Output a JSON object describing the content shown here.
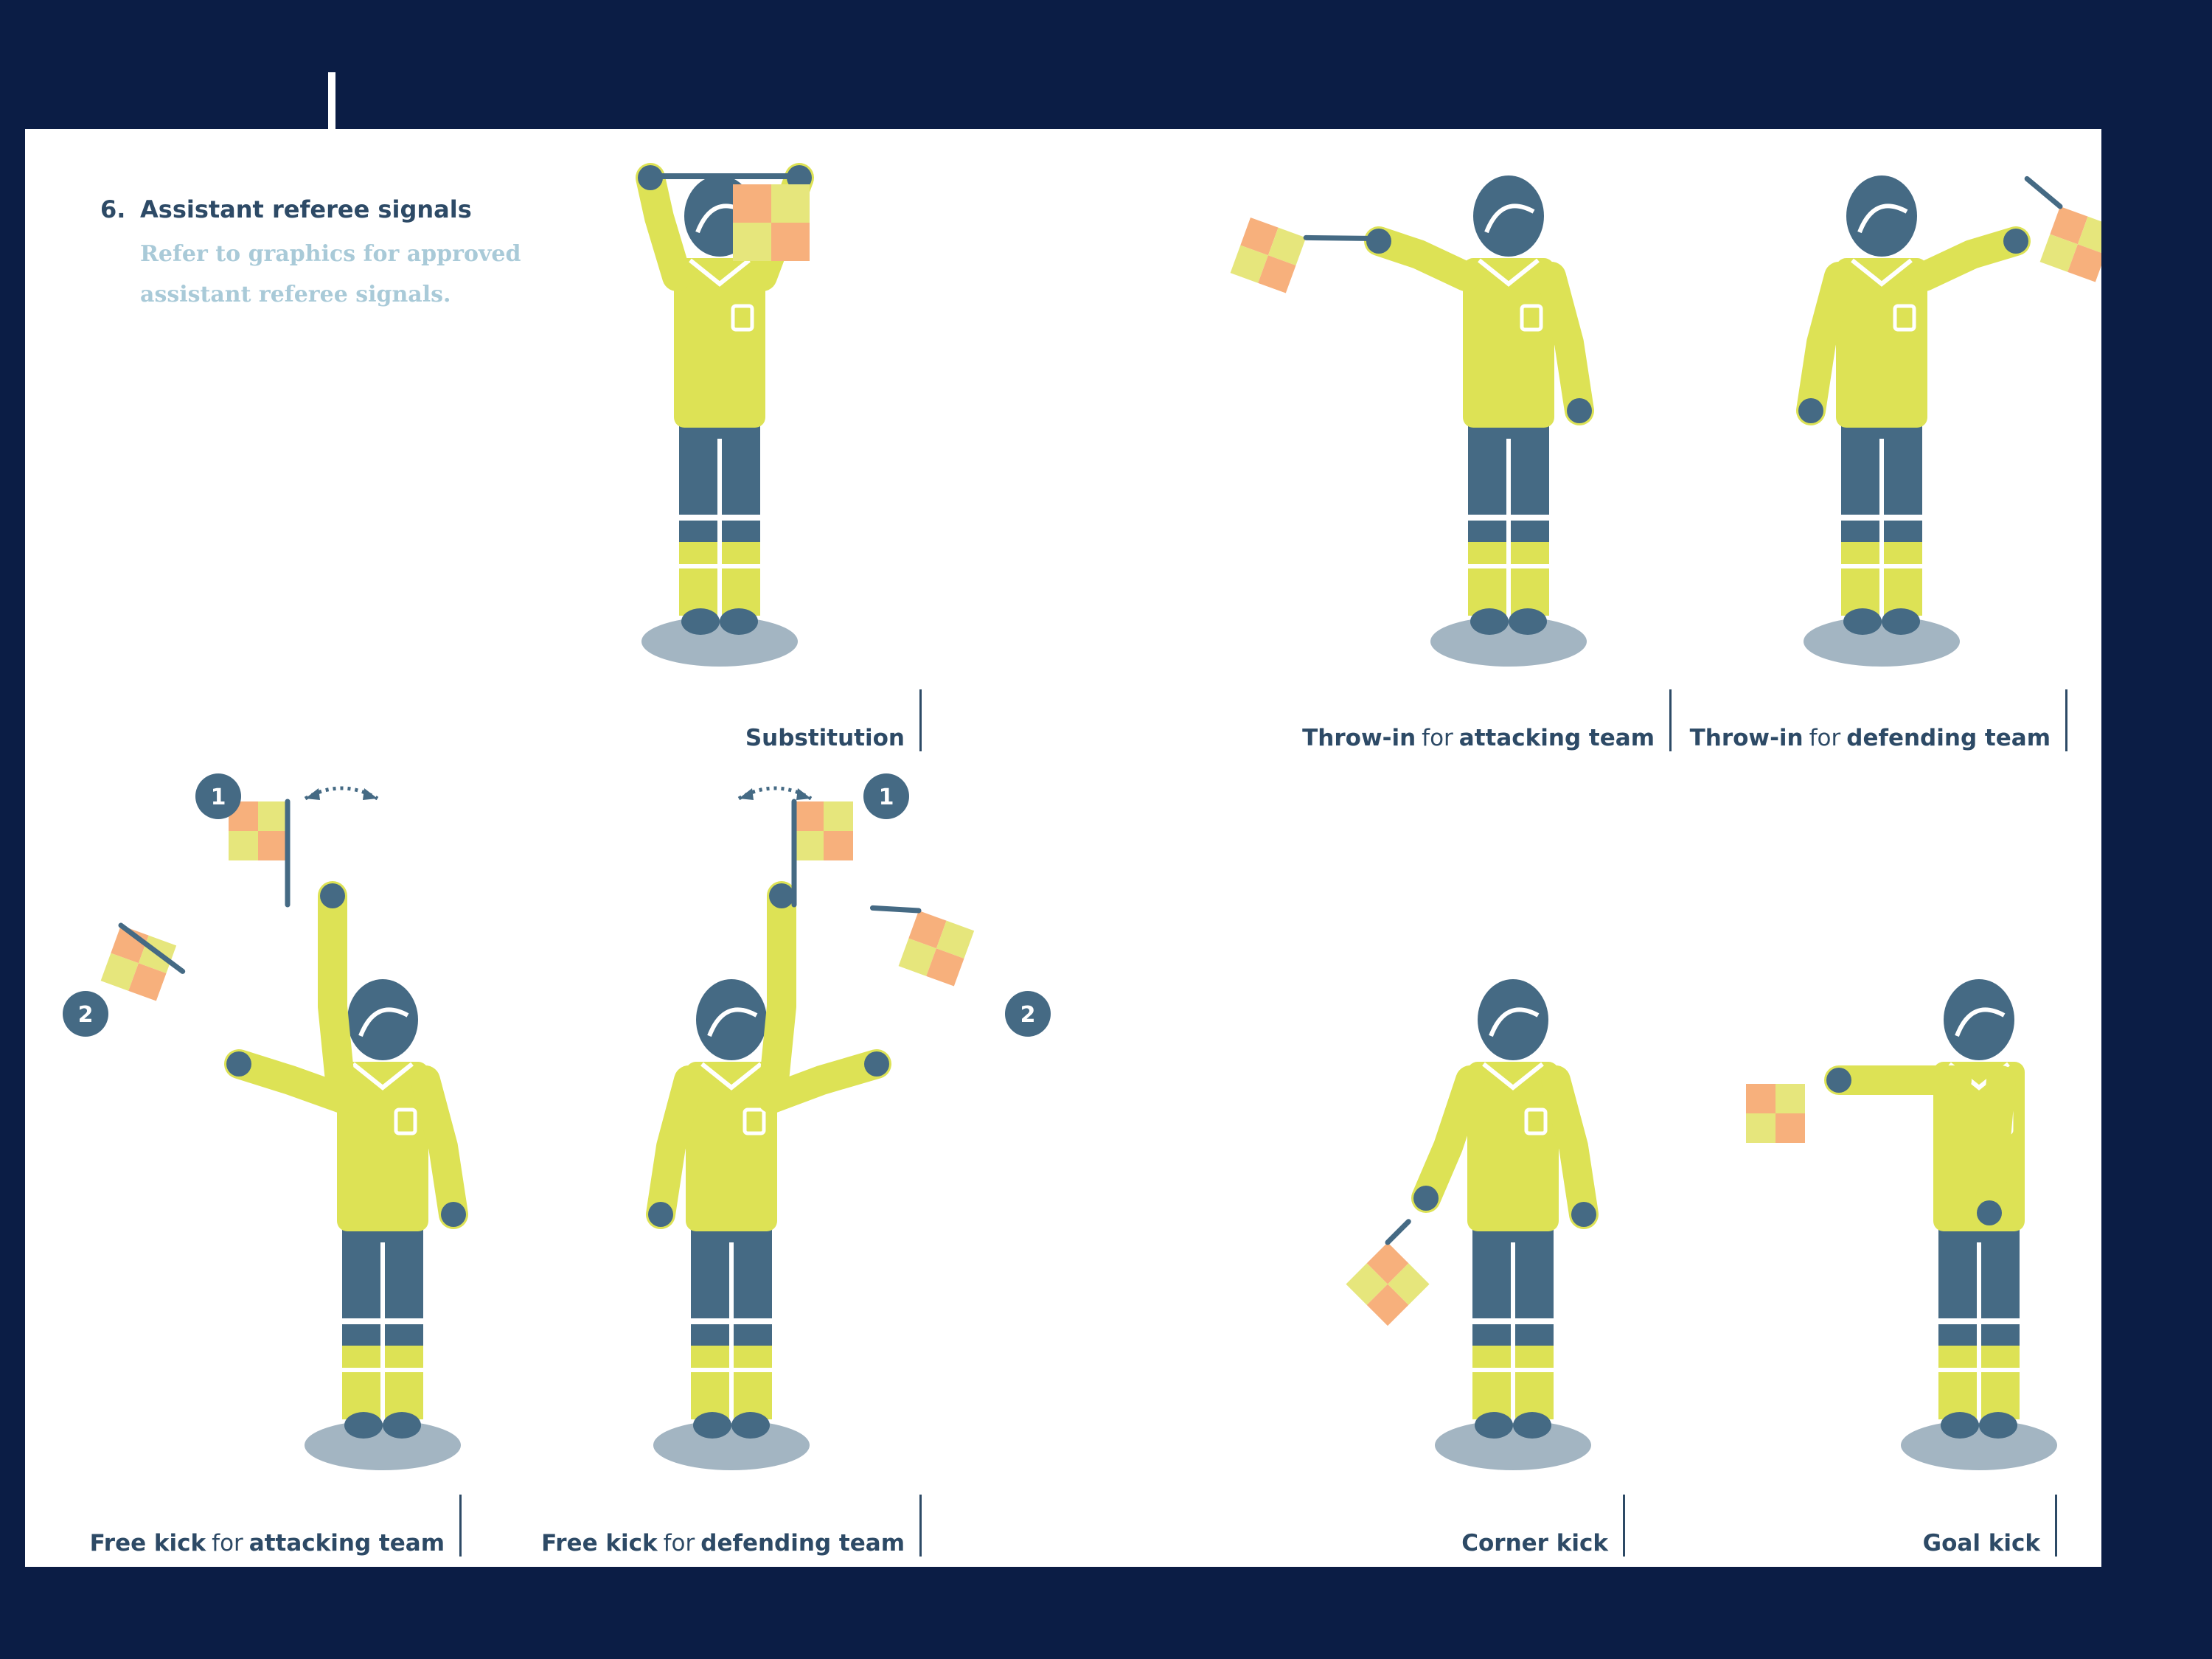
{
  "section": {
    "number": "6.",
    "title": "Assistant referee signals",
    "description": "Refer to graphics for approved assistant referee signals."
  },
  "signals": [
    {
      "id": "substitution",
      "bold_a": "Substitution",
      "connector": "",
      "bold_b": ""
    },
    {
      "id": "throw-in-attacking",
      "bold_a": "Throw-in",
      "connector": "for",
      "bold_b": "attacking team"
    },
    {
      "id": "throw-in-defending",
      "bold_a": "Throw-in",
      "connector": "for",
      "bold_b": "defending team"
    },
    {
      "id": "free-kick-attacking",
      "bold_a": "Free kick",
      "connector": "for",
      "bold_b": "attacking team"
    },
    {
      "id": "free-kick-defending",
      "bold_a": "Free kick",
      "connector": "for",
      "bold_b": "defending team"
    },
    {
      "id": "corner-kick",
      "bold_a": "Corner kick",
      "connector": "",
      "bold_b": ""
    },
    {
      "id": "goal-kick",
      "bold_a": "Goal kick",
      "connector": "",
      "bold_b": ""
    }
  ],
  "step_markers": {
    "first": "1",
    "second": "2"
  },
  "colors": {
    "background": "#0b1d45",
    "panel": "#ffffff",
    "shirt": "#dde255",
    "navy": "#456a84",
    "shadow": "#a3b5c2",
    "flag_orange": "#f7b07c",
    "flag_yellow": "#e6e67c",
    "label_text": "#2d4a66",
    "intro_text": "#a9cad8"
  }
}
